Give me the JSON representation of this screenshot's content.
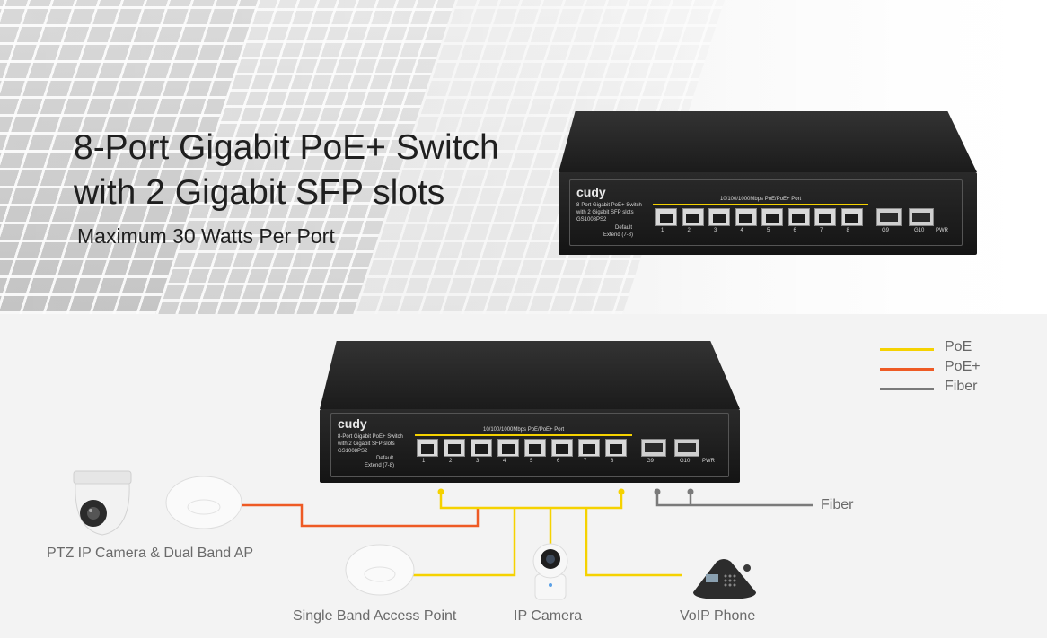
{
  "hero": {
    "title_line1": "8-Port Gigabit PoE+ Switch",
    "title_line2": "with 2 Gigabit SFP slots",
    "subtitle": "Maximum 30 Watts Per Port"
  },
  "switch": {
    "brand": "cudy",
    "desc_line1": "8-Port Gigabit PoE+ Switch",
    "desc_line2": "with 2 Gigabit SFP slots",
    "model": "GS1008PS2",
    "mode_default": "Default",
    "mode_extend": "Extend (7-8)",
    "port_banner": "10/100/1000Mbps PoE/PoE+ Port",
    "ports": [
      "1",
      "2",
      "3",
      "4",
      "5",
      "6",
      "7",
      "8"
    ],
    "sfp_labels": [
      "G9",
      "G10"
    ],
    "pwr_label": "PWR"
  },
  "legend": [
    {
      "label": "PoE",
      "color": "#f5d200"
    },
    {
      "label": "PoE+",
      "color": "#ee5a24"
    },
    {
      "label": "Fiber",
      "color": "#7a7a7a"
    }
  ],
  "devices": {
    "ptz_ap": "PTZ IP Camera & Dual Band AP",
    "single_ap": "Single Band Access Point",
    "ip_camera": "IP Camera",
    "voip": "VoIP Phone",
    "fiber": "Fiber"
  }
}
